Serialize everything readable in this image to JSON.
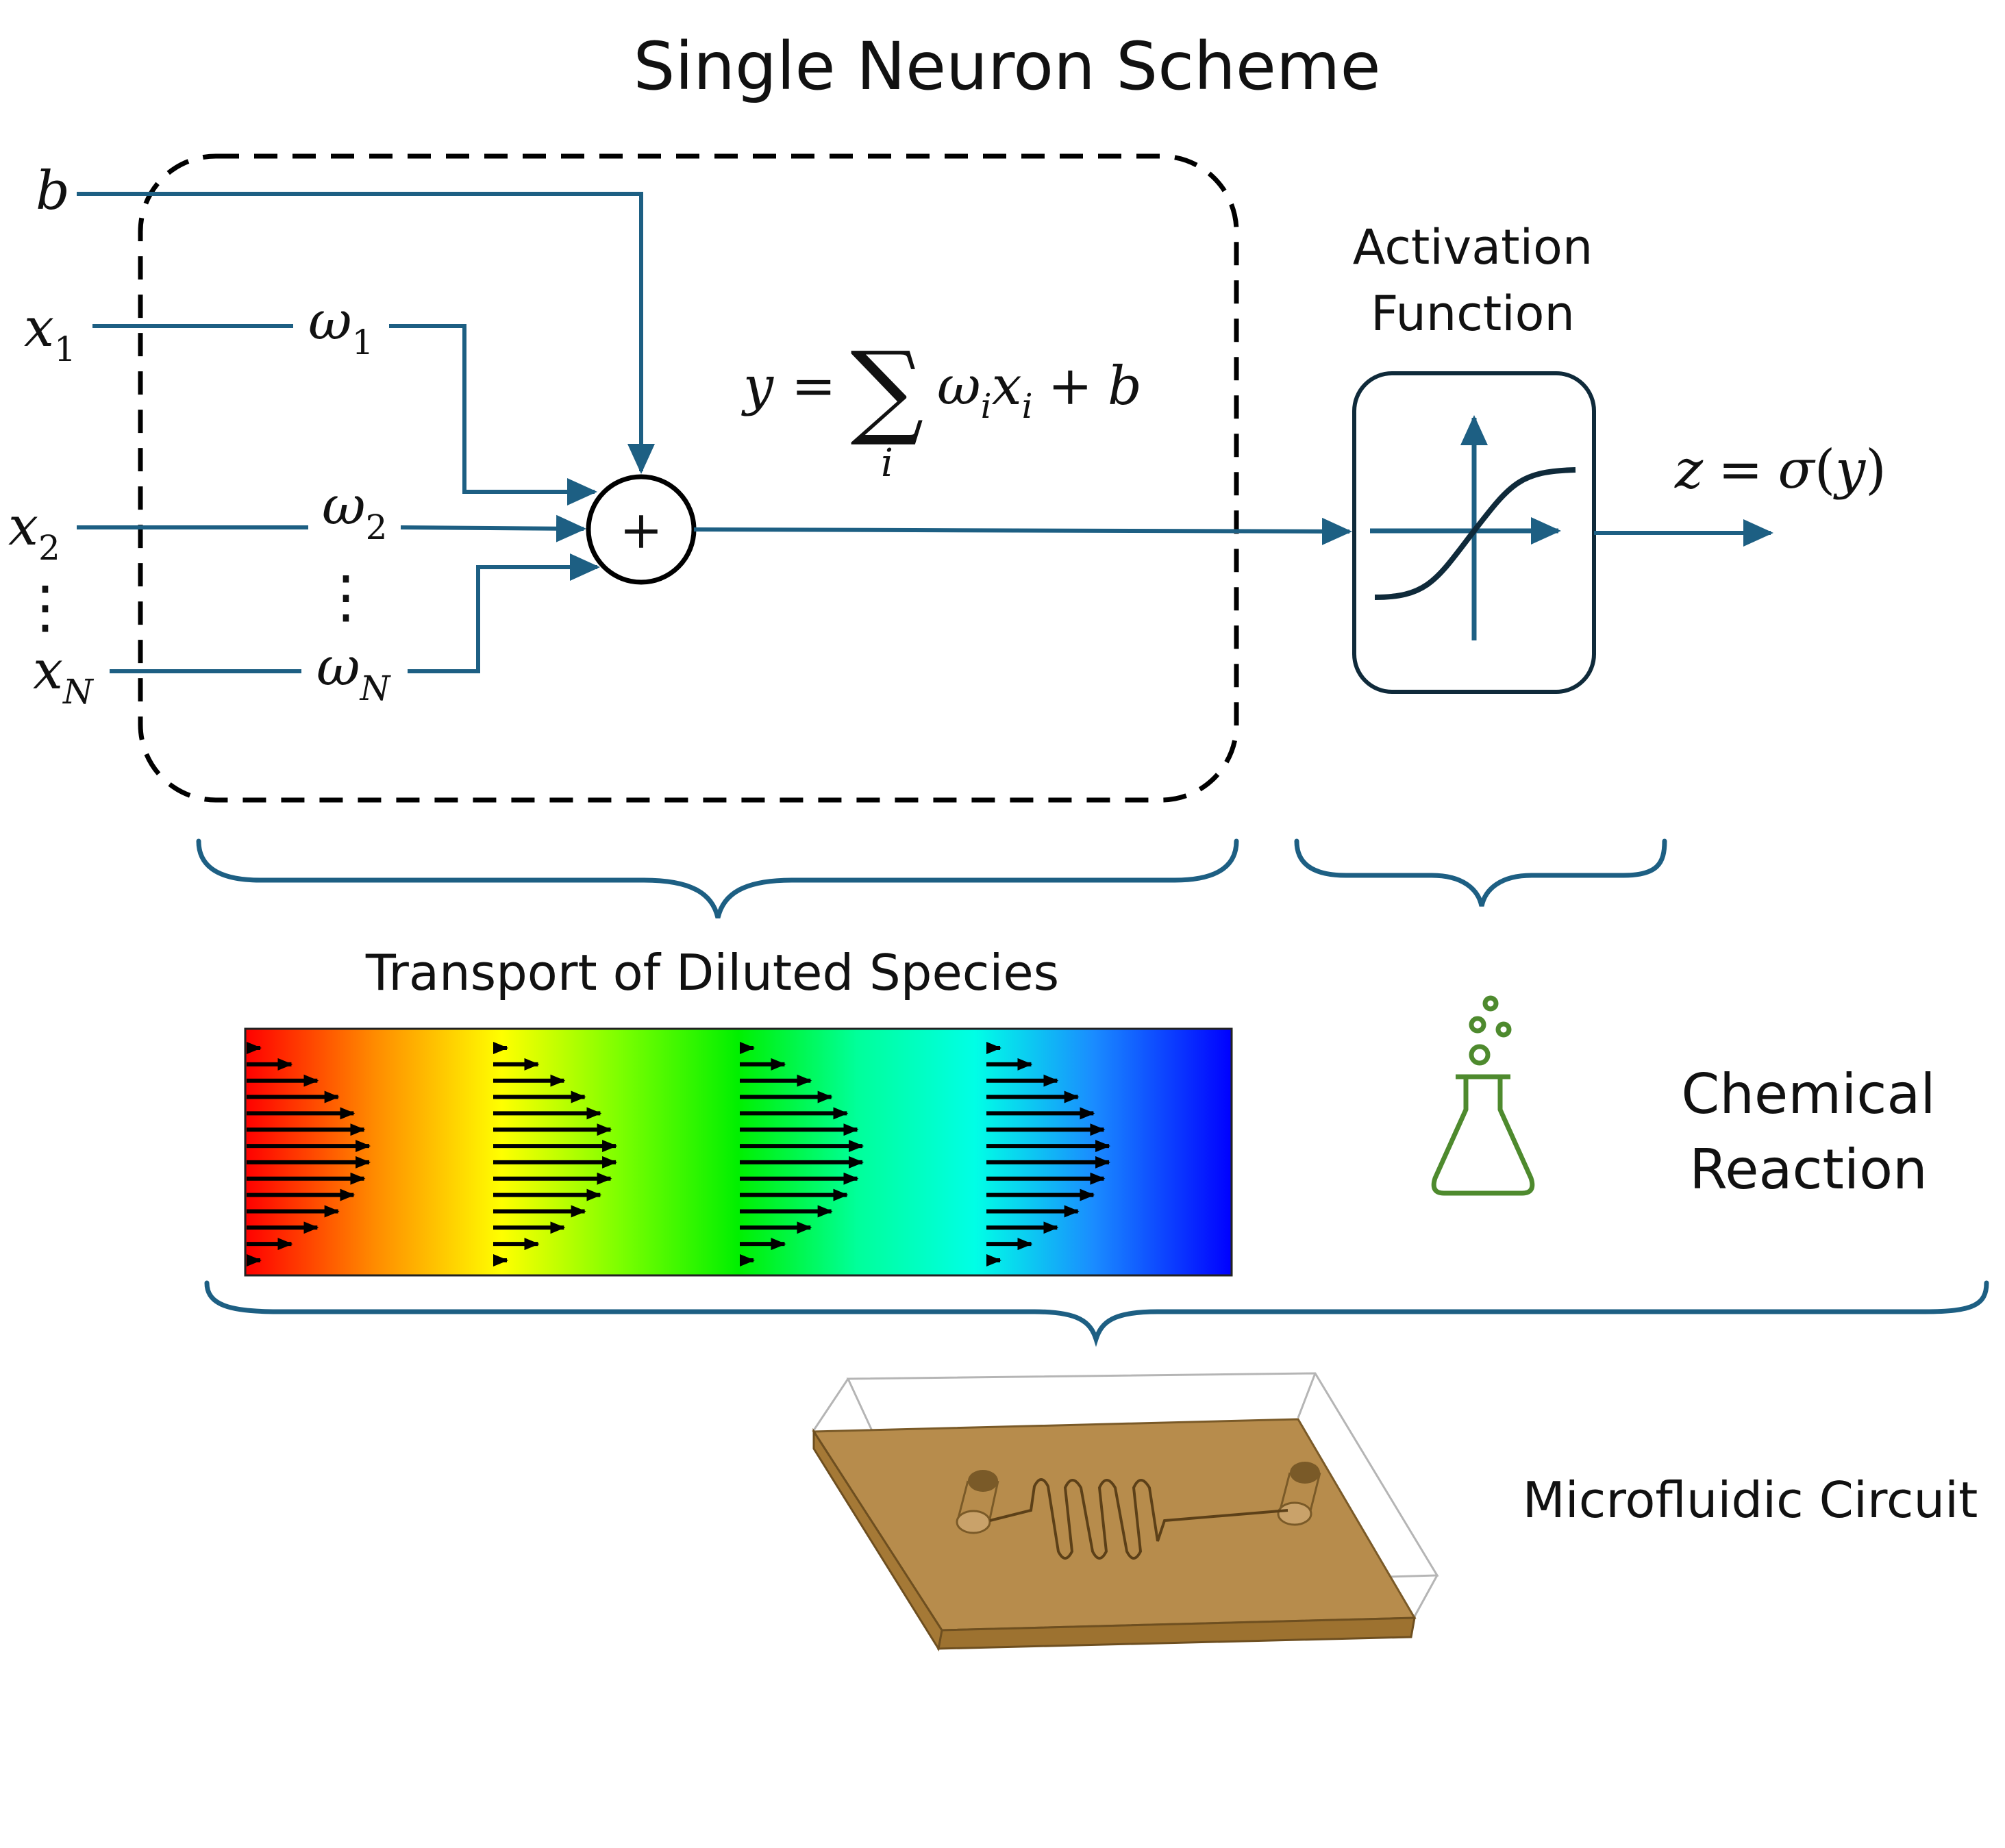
{
  "title": "Single Neuron Scheme",
  "inputs": {
    "bias": "b",
    "x1": {
      "base": "x",
      "sub": "1"
    },
    "x2": {
      "base": "x",
      "sub": "2"
    },
    "xN": {
      "base": "x",
      "sub": "N"
    },
    "dots": "⋮"
  },
  "weights": {
    "w1": {
      "base": "ω",
      "sub": "1"
    },
    "w2": {
      "base": "ω",
      "sub": "2"
    },
    "wN": {
      "base": "ω",
      "sub": "N"
    },
    "dots": "⋮"
  },
  "summation": {
    "symbol": "+",
    "lhs": "y",
    "eq": "=",
    "sigma": "∑",
    "index": "i",
    "term_w": "ω",
    "term_w_sub": "i",
    "term_x": "x",
    "term_x_sub": "i",
    "plus": "+",
    "bias": "b"
  },
  "activation": {
    "label_line1": "Activation",
    "label_line2": "Function"
  },
  "output": {
    "z": "z",
    "eq": "=",
    "sigma": "σ",
    "open": "(",
    "y": "y",
    "close": ")"
  },
  "transport_label": "Transport of Diluted Species",
  "chemical_label_line1": "Chemical",
  "chemical_label_line2": "Reaction",
  "microfluidic_label": "Microfluidic Circuit",
  "colors": {
    "wire": "#1d5f83",
    "activation_box": "#0f2a3a",
    "flask": "#4e8a2e",
    "chip_top": "#b78c4c",
    "chip_side": "#a0742f"
  },
  "icons": {
    "summation_node": "plus-circle-icon",
    "activation": "sigmoid-icon",
    "chemistry": "flask-icon",
    "chip": "microfluidic-chip-icon"
  }
}
